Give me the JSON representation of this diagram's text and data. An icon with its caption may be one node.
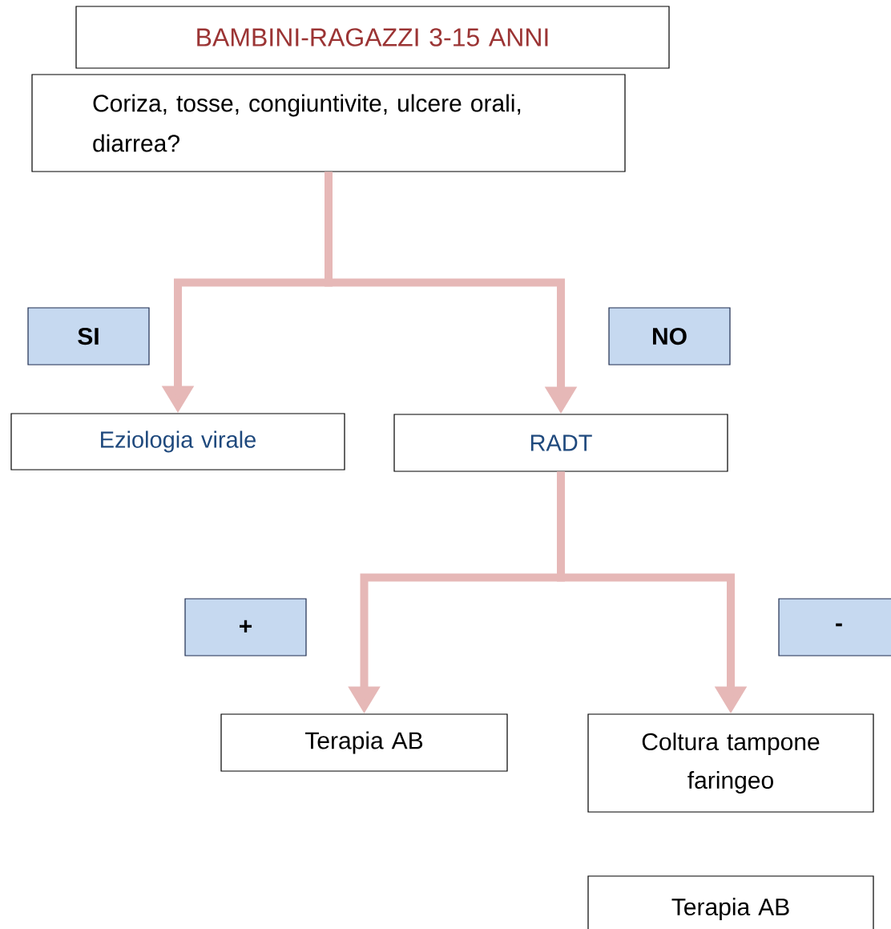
{
  "diagram": {
    "nodes": [
      {
        "text": [
          "BAMBINI-RAGAZZI 3-15 ANNI"
        ]
      },
      {
        "text": [
          "Coriza, tosse, congiuntivite, ulcere orali, diarrea?"
        ]
      },
      {
        "text": [
          "SI"
        ]
      },
      {
        "text": [
          "NO"
        ]
      },
      {
        "text": [
          "Eziologia virale"
        ]
      },
      {
        "text": [
          "RADT"
        ]
      },
      {
        "text": [
          "+"
        ]
      },
      {
        "text": [
          "-"
        ]
      },
      {
        "text": [
          "Terapia AB"
        ]
      },
      {
        "text": [
          "Coltura tampone faringeo"
        ]
      },
      {
        "text": [
          "Terapia AB"
        ]
      }
    ],
    "edges": [
      {
        "from": 1,
        "to": 4,
        "arrow": "to"
      },
      {
        "from": 1,
        "to": 5,
        "arrow": "to"
      },
      {
        "from": 5,
        "to": 8,
        "arrow": "to"
      },
      {
        "from": 5,
        "to": 9,
        "arrow": "to"
      }
    ]
  }
}
